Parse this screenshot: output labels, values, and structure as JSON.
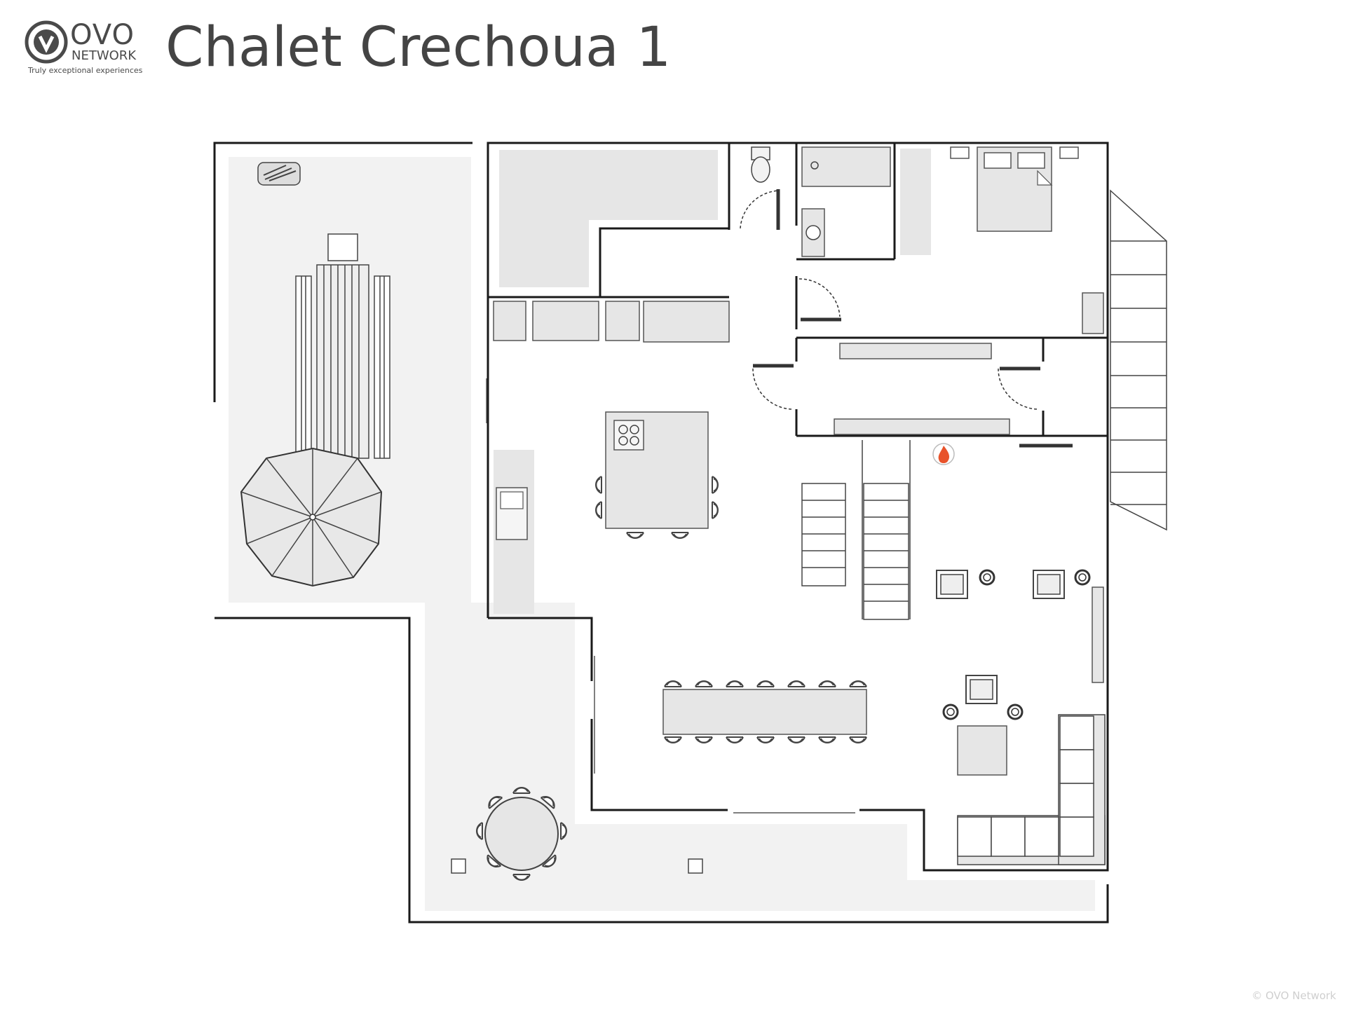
{
  "brand": {
    "name": "OVO",
    "sub": "NETWORK",
    "tagline": "Truly exceptional experiences",
    "logo_mark": "v"
  },
  "title": "Chalet Crechoua 1",
  "copyright": "© OVO Network",
  "colors": {
    "wall": "#1a1a1a",
    "furniture_fill": "#e6e6e6",
    "furniture_stroke": "#555555",
    "terrace": "#f2f2f2",
    "fireplace": "#e8532b"
  },
  "icons": [
    "ovo-logo-icon",
    "toilet-icon",
    "bathtub-icon",
    "sink-icon",
    "bed-icon",
    "fireplace-icon",
    "barbecue-icon",
    "parasol-icon",
    "stairs-icon",
    "door-icon"
  ]
}
